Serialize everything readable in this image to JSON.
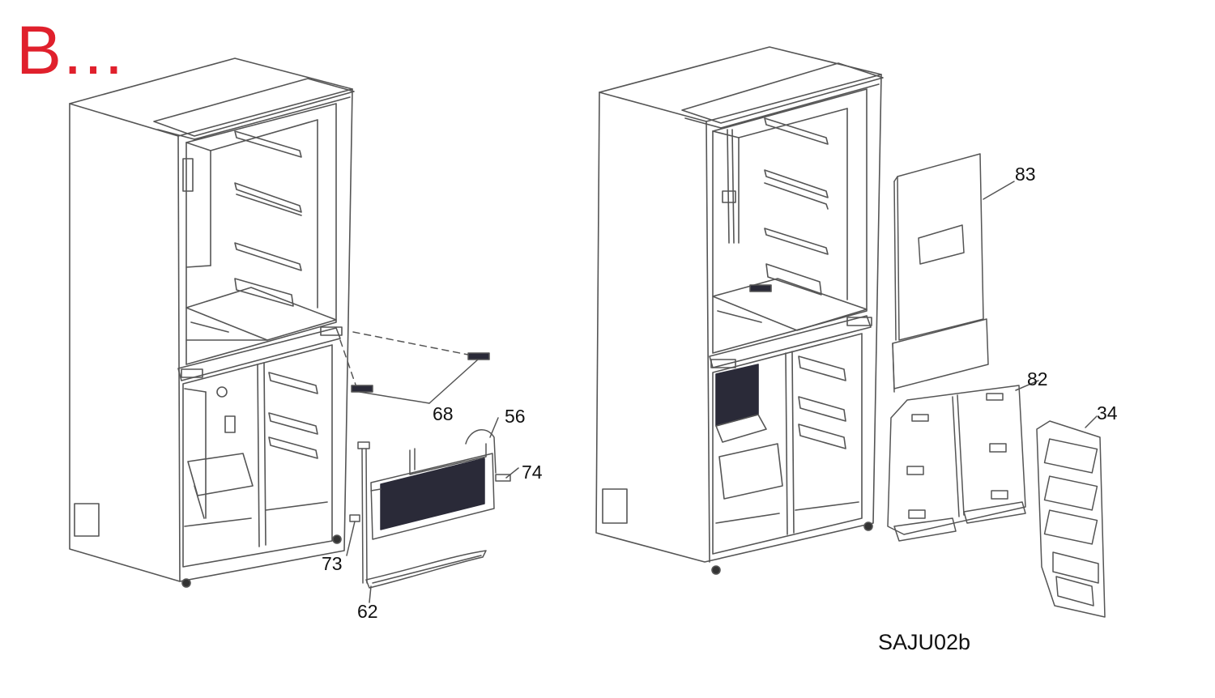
{
  "page_title": "B...",
  "drawing_code": "SAJU02b",
  "callouts": {
    "c68": "68",
    "c56": "56",
    "c74": "74",
    "c73": "73",
    "c62": "62",
    "c83": "83",
    "c82": "82",
    "c34": "34"
  },
  "colors": {
    "title": "#e0202c",
    "line": "#555555",
    "dark_fins": "#2a2a38",
    "background": "#ffffff"
  }
}
